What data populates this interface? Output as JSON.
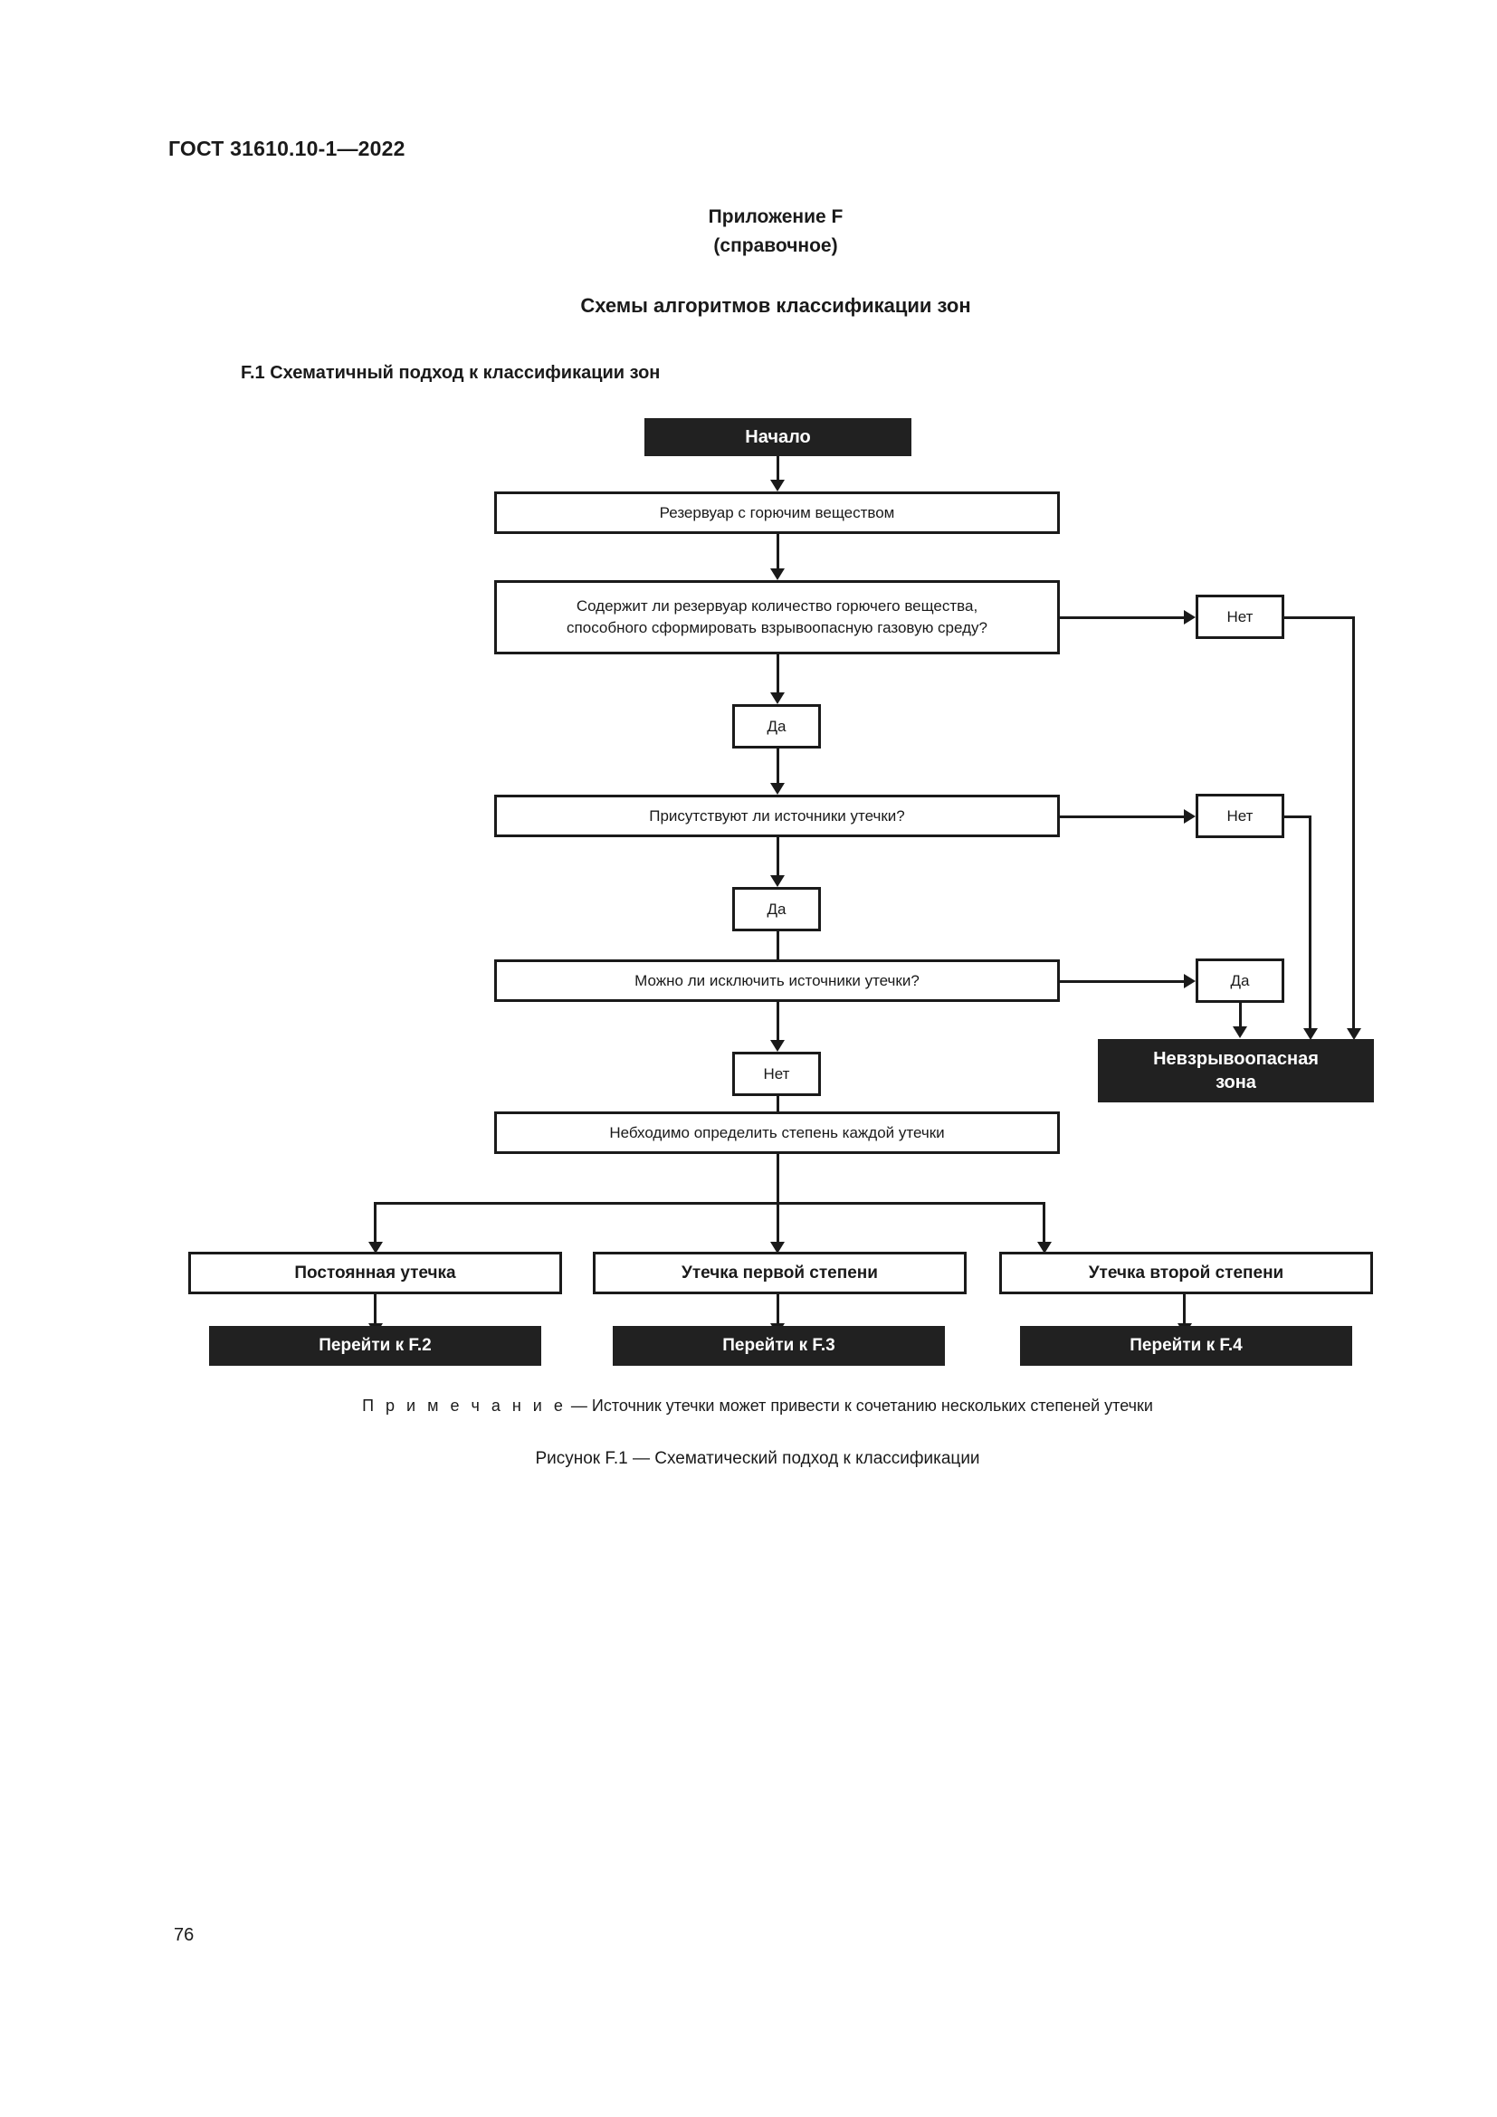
{
  "document": {
    "standard_number": "ГОСТ 31610.10-1—2022",
    "page_number": "76"
  },
  "headings": {
    "annex_line1": "Приложение F",
    "annex_line2": "(справочное)",
    "section_title": "Схемы алгоритмов классификации зон",
    "subsection_title": "F.1  Схематичный подход к классификации зон"
  },
  "flowchart": {
    "start": "Начало",
    "vessel": "Резервуар с горючим веществом",
    "q1_line1": "Содержит ли резервуар количество горючего вещества,",
    "q1_line2": "способного сформировать взрывоопасную газовую среду?",
    "q1_no": "Нет",
    "q1_yes": "Да",
    "q2": "Присутствуют ли источники утечки?",
    "q2_no": "Нет",
    "q2_yes": "Да",
    "q3": "Можно ли исключить источники утечки?",
    "q3_yes": "Да",
    "q3_no": "Нет",
    "nonhazardous_line1": "Невзрывоопасная",
    "nonhazardous_line2": "зона",
    "determine_grade": "Небходимо определить степень каждой утечки",
    "branches": [
      {
        "label": "Постоянная утечка",
        "goto": "Перейти к F.2"
      },
      {
        "label": "Утечка первой степени",
        "goto": "Перейти к F.3"
      },
      {
        "label": "Утечка второй степени",
        "goto": "Перейти к F.4"
      }
    ]
  },
  "footer": {
    "note_lead": "П р и м е ч а н и е",
    "note_text": " — Источник утечки может привести к сочетанию нескольких степеней утечки",
    "figure_caption": "Рисунок F.1 — Схематический подход к классификации"
  },
  "colors": {
    "ink": "#1a1a1a",
    "dark_fill": "#212121",
    "paper": "#ffffff"
  }
}
